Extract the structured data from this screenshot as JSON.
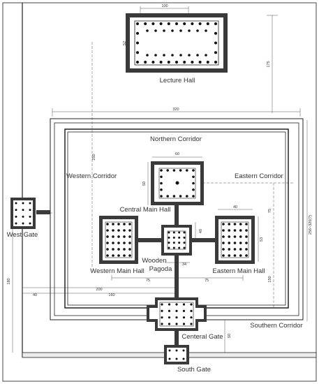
{
  "labels": {
    "lecture_hall": "Lecture Hall",
    "northern_corridor": "Northern Corridor",
    "western_corridor": "Western Corridor",
    "eastern_corridor": "Eastern Corridor",
    "central_main_hall": "Central Main Hall",
    "west_gate": "West Gate",
    "wooden_pagoda_line1": "Wooden",
    "wooden_pagoda_line2": "Pagoda",
    "western_main_hall": "Western Main Hall",
    "eastern_main_hall": "Eastern Main Hall",
    "southern_corridor": "Southern Corridor",
    "central_gate": "Centeral Gate",
    "south_gate": "South Gate"
  },
  "dimensions": {
    "lecture_hall_width": "100",
    "lecture_hall_depth": "52",
    "lecture_to_cloister": "175",
    "cloister_width": "320",
    "western_corridor_length": "250",
    "central_hall_width": "60",
    "central_hall_depth": "50",
    "side_hall_width": "40",
    "side_hall_depth": "53",
    "pagoda_offset": "40",
    "pagoda_size": "34",
    "east_offset": "75",
    "west_offset": "75",
    "cloister_depth": "256~320(?)",
    "height_150": "150",
    "west_span_200": "200",
    "west_span_160": "160",
    "west_span_40": "40",
    "west_height_180": "180",
    "gate_spacing": "50"
  },
  "colors": {
    "line": "#222222",
    "wall": "#3a3a3a",
    "dot": "#111111",
    "dim_line": "#555555"
  }
}
